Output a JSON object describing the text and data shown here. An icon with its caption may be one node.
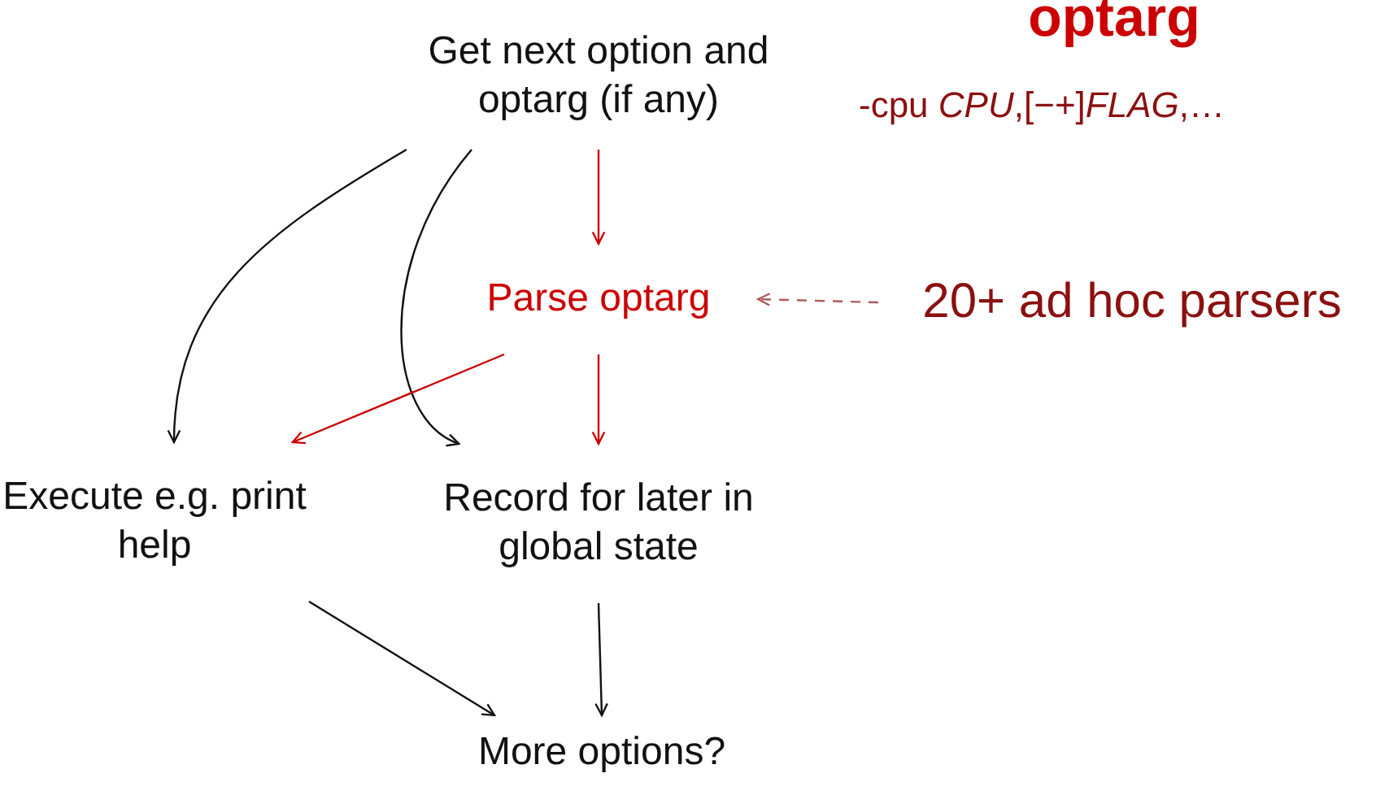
{
  "diagram": {
    "title": "optarg",
    "nodes": [
      {
        "text": [
          "Get next option and optarg (if any)"
        ]
      },
      {
        "text": [
          "Parse optarg"
        ]
      },
      {
        "text": [
          "20+ ad hoc parsers"
        ]
      },
      {
        "text": [
          "Execute e.g. print help"
        ]
      },
      {
        "text": [
          "Record for later in global state"
        ]
      },
      {
        "text": [
          "More options?"
        ]
      }
    ],
    "edges": [
      {
        "from": 0,
        "to": 3,
        "arrow": "to"
      },
      {
        "from": 0,
        "to": 4,
        "arrow": "to"
      },
      {
        "from": 0,
        "to": 1,
        "arrow": "to",
        "color": "#cc0000"
      },
      {
        "from": 1,
        "to": 3,
        "arrow": "to",
        "color": "#cc0000"
      },
      {
        "from": 1,
        "to": 4,
        "arrow": "to",
        "color": "#cc0000"
      },
      {
        "from": 2,
        "to": 1,
        "arrow": "to",
        "style": "dashed",
        "color": "#b05a5a"
      },
      {
        "from": 3,
        "to": 5,
        "arrow": "to"
      },
      {
        "from": 4,
        "to": 5,
        "arrow": "to"
      }
    ],
    "labels": [
      "-cpu *CPU*,[−+]*FLAG*,…"
    ]
  }
}
